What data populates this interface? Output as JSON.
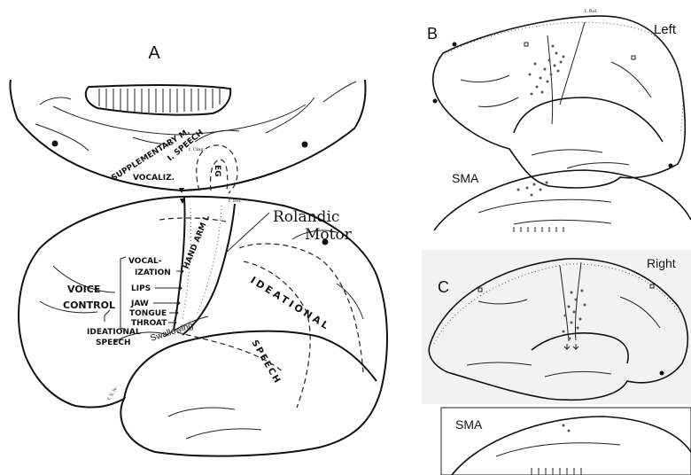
{
  "panels": {
    "a": {
      "letter": "A",
      "labels": {
        "supplementary": "SUPPLEMENTARY M.",
        "speech_i": "I. SPEECH",
        "vocaliz": "VOCALIZ.",
        "eg": "EG",
        "rolandic": "Rolandic",
        "motor": "Motor",
        "f_rol_top": "f. Rol.",
        "f_cing": "f. Cing.",
        "hand_arm": "HAND ARM L",
        "vocal": "VOCAL-",
        "ization": "IZATION",
        "lips": "LIPS",
        "jaw": "JAW",
        "tongue": "TONGUE",
        "throat": "THROAT",
        "swallowing": "Swallowing",
        "voice": "VOICE",
        "control": "CONTROL",
        "ideational_left": "IDEATIONAL",
        "speech_left": "SPEECH",
        "ideational_right": "IDEATIONAL",
        "speech_right": "SPEECH",
        "f_sylv": "f. S. lv."
      }
    },
    "b": {
      "letter": "B",
      "side": "Left",
      "sma": "SMA",
      "f_rol": "f. Rol."
    },
    "c": {
      "letter": "C",
      "side": "Right",
      "sma": "SMA"
    }
  },
  "colors": {
    "line": "#111111",
    "panel_bg": "#f2f2f2",
    "dots": "#555555"
  }
}
